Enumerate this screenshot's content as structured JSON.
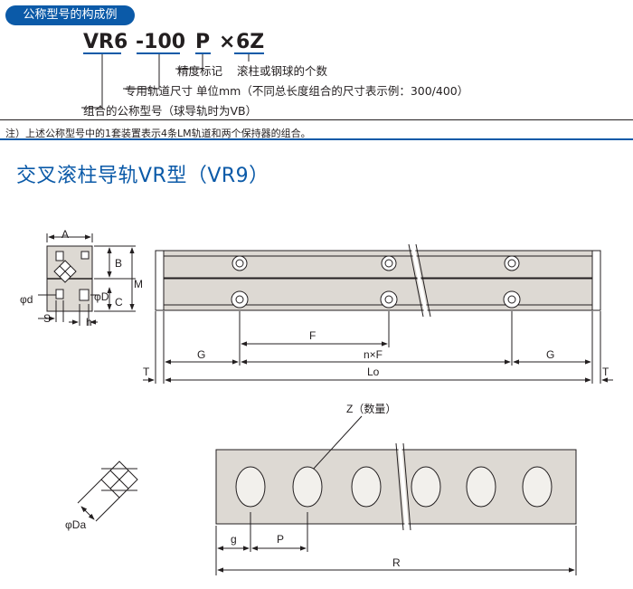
{
  "header": {
    "badge": "公称型号的构成例",
    "model_parts": [
      "VR6",
      "-100",
      "P",
      "×",
      "6Z"
    ],
    "desc_precision": "精度标记",
    "desc_rollers": "滚柱或钢球的个数",
    "desc_length": "专用轨道尺寸  单位mm（不同总长度组合的尺寸表示例：300/400）",
    "desc_model": "组合的公称型号（球导轨时为VB）"
  },
  "note": "注）上述公称型号中的1套装置表示4条LM轨道和两个保持器的组合。",
  "product_title": "交叉滚柱导轨VR型（VR9）",
  "diagram_labels": {
    "A": "A",
    "B": "B",
    "M": "M",
    "C": "C",
    "phi_d": "φd",
    "phi_D": "φD",
    "S": "S",
    "h": "h",
    "F": "F",
    "G_left": "G",
    "G_right": "G",
    "nF": "n×F",
    "T_left": "T",
    "T_right": "T",
    "L0": "Lo",
    "Z": "Z（数量）",
    "phi_Da": "φDa",
    "g": "g",
    "P": "P",
    "R": "R"
  },
  "colors": {
    "accent": "#0b5aa8",
    "rail_fill": "#ddd9d3",
    "roller_fill": "#f2f0ec"
  }
}
